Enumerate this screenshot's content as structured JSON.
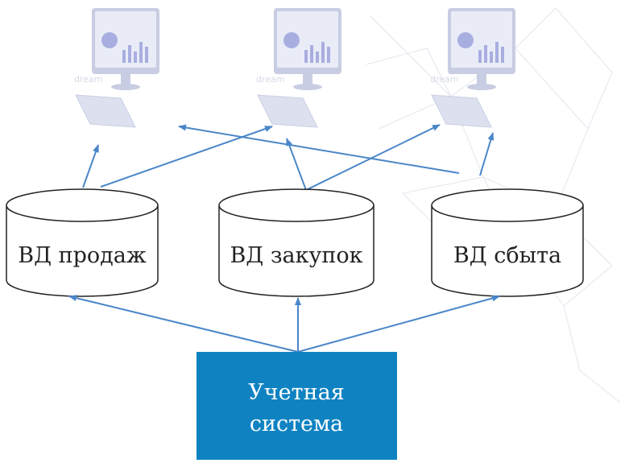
{
  "colors": {
    "arrow": "#4a86c8",
    "database_stroke": "#222222",
    "database_fill": "#ffffff",
    "source_box": "#0f83c2",
    "monitor_frame": "#c8cde3",
    "monitor_screen": "#e9ecf7",
    "monitor_chart": "#a9aee0",
    "background_lines": "#dfe2ec"
  },
  "workstations": [
    {
      "icon": "computer-icon",
      "watermark": "dream"
    },
    {
      "icon": "computer-icon",
      "watermark": "dream"
    },
    {
      "icon": "computer-icon",
      "watermark": "dream"
    }
  ],
  "databases": [
    {
      "label": "ВД продаж",
      "icon": "database-icon"
    },
    {
      "label": "ВД закупок",
      "icon": "database-icon"
    },
    {
      "label": "ВД сбыта",
      "icon": "database-icon"
    }
  ],
  "source_system": {
    "line1": "Учетная",
    "line2": "система"
  }
}
